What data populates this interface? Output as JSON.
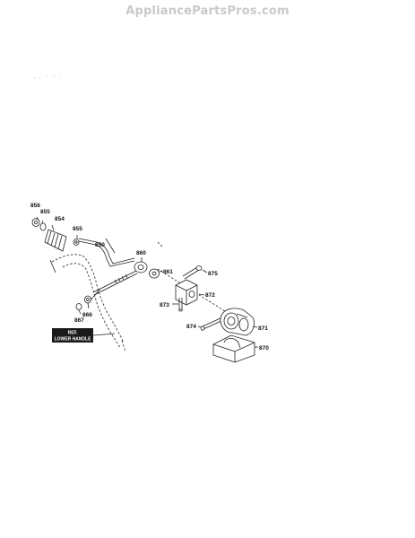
{
  "watermark": "AppliancePartsPros.com",
  "reference_label": {
    "line1": "REF.",
    "line2": "LOWER HANDLE"
  },
  "parts": [
    {
      "id": "856",
      "label": "856"
    },
    {
      "id": "855a",
      "label": "855"
    },
    {
      "id": "854",
      "label": "854"
    },
    {
      "id": "855b",
      "label": "855"
    },
    {
      "id": "850",
      "label": "850"
    },
    {
      "id": "860",
      "label": "860"
    },
    {
      "id": "861",
      "label": "861"
    },
    {
      "id": "875",
      "label": "875"
    },
    {
      "id": "872",
      "label": "872"
    },
    {
      "id": "873",
      "label": "873"
    },
    {
      "id": "874",
      "label": "874"
    },
    {
      "id": "871",
      "label": "871"
    },
    {
      "id": "870",
      "label": "870"
    },
    {
      "id": "866",
      "label": "866"
    },
    {
      "id": "867",
      "label": "867"
    }
  ]
}
